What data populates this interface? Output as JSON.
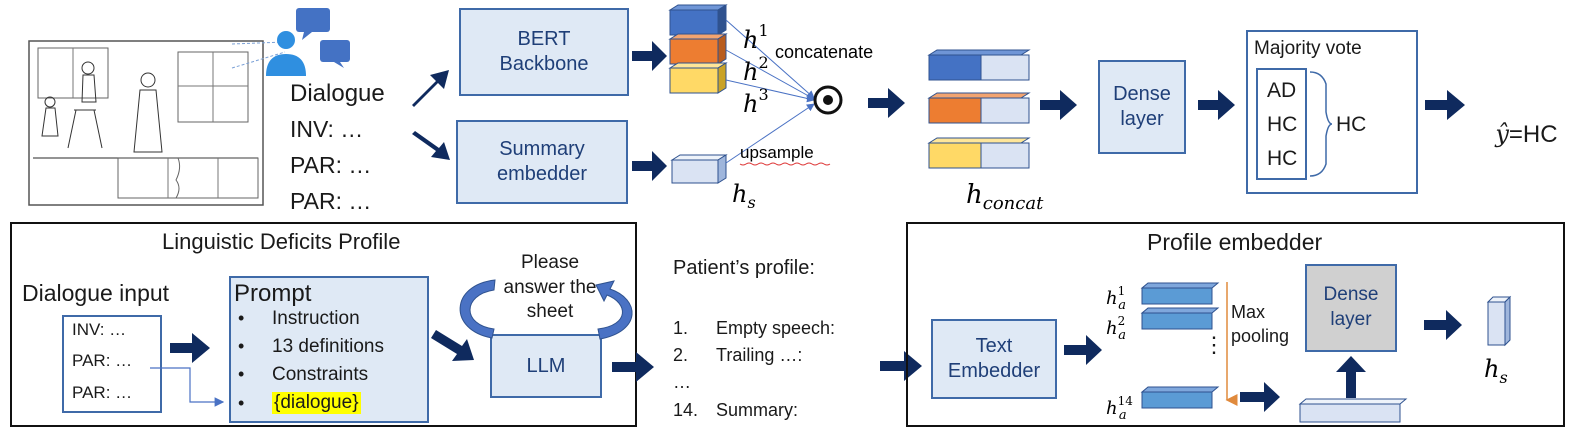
{
  "top": {
    "dialogue": {
      "title": "Dialogue",
      "lines": [
        "INV: …",
        "PAR: …",
        "PAR: …"
      ]
    },
    "bert_label": "BERT\nBackbone",
    "summary_embedder_label": "Summary\nembedder",
    "h1": "h",
    "h1_sup": "1",
    "h2": "h",
    "h2_sup": "2",
    "h3": "h",
    "h3_sup": "3",
    "concatenate": "concatenate",
    "upsample": "upsample",
    "hs": "h",
    "hs_sub": "s",
    "hconcat": "h",
    "hconcat_sub": "concat",
    "dense_layer_label": "Dense\nlayer",
    "majority_vote": {
      "title": "Majority vote",
      "votes": [
        "AD",
        "HC",
        "HC"
      ],
      "result": "HC"
    },
    "output_yhat": "ŷ",
    "output_value": "=HC"
  },
  "ldp": {
    "title": "Linguistic Deficits Profile",
    "dialogue_input_label": "Dialogue input",
    "input_lines": [
      "INV: …",
      "PAR: …",
      "PAR: …"
    ],
    "prompt": {
      "title": "Prompt",
      "items": [
        "Instruction",
        "13 definitions",
        "Constraints",
        "{dialogue}"
      ]
    },
    "loop_label": "Please\nanswer the\nsheet",
    "llm_label": "LLM"
  },
  "profile": {
    "title": "Patient’s profile:",
    "items": [
      {
        "num": "1.",
        "text": "Empty speech:"
      },
      {
        "num": "2.",
        "text": "Trailing …:"
      },
      {
        "num": "…",
        "text": ""
      },
      {
        "num": "14.",
        "text": "Summary:"
      }
    ]
  },
  "profile_embedder": {
    "title": "Profile embedder",
    "text_embedder_label": "Text\nEmbedder",
    "ha": "h",
    "ha_sub": "a",
    "ha_sups": [
      "1",
      "2",
      "14"
    ],
    "dots": "⋮",
    "max_pooling": "Max\npooling",
    "dense_layer_label": "Dense\nlayer",
    "hs": "h",
    "hs_sub": "s"
  },
  "colors": {
    "arrow": "#0f2a5e",
    "blue_block": "#4472c4",
    "orange_block": "#ed7d31",
    "yellow_block": "#ffd966",
    "light_block": "#dae3f3",
    "highlight": "#ffff00",
    "pooling_arrow": "#e08a3c"
  }
}
